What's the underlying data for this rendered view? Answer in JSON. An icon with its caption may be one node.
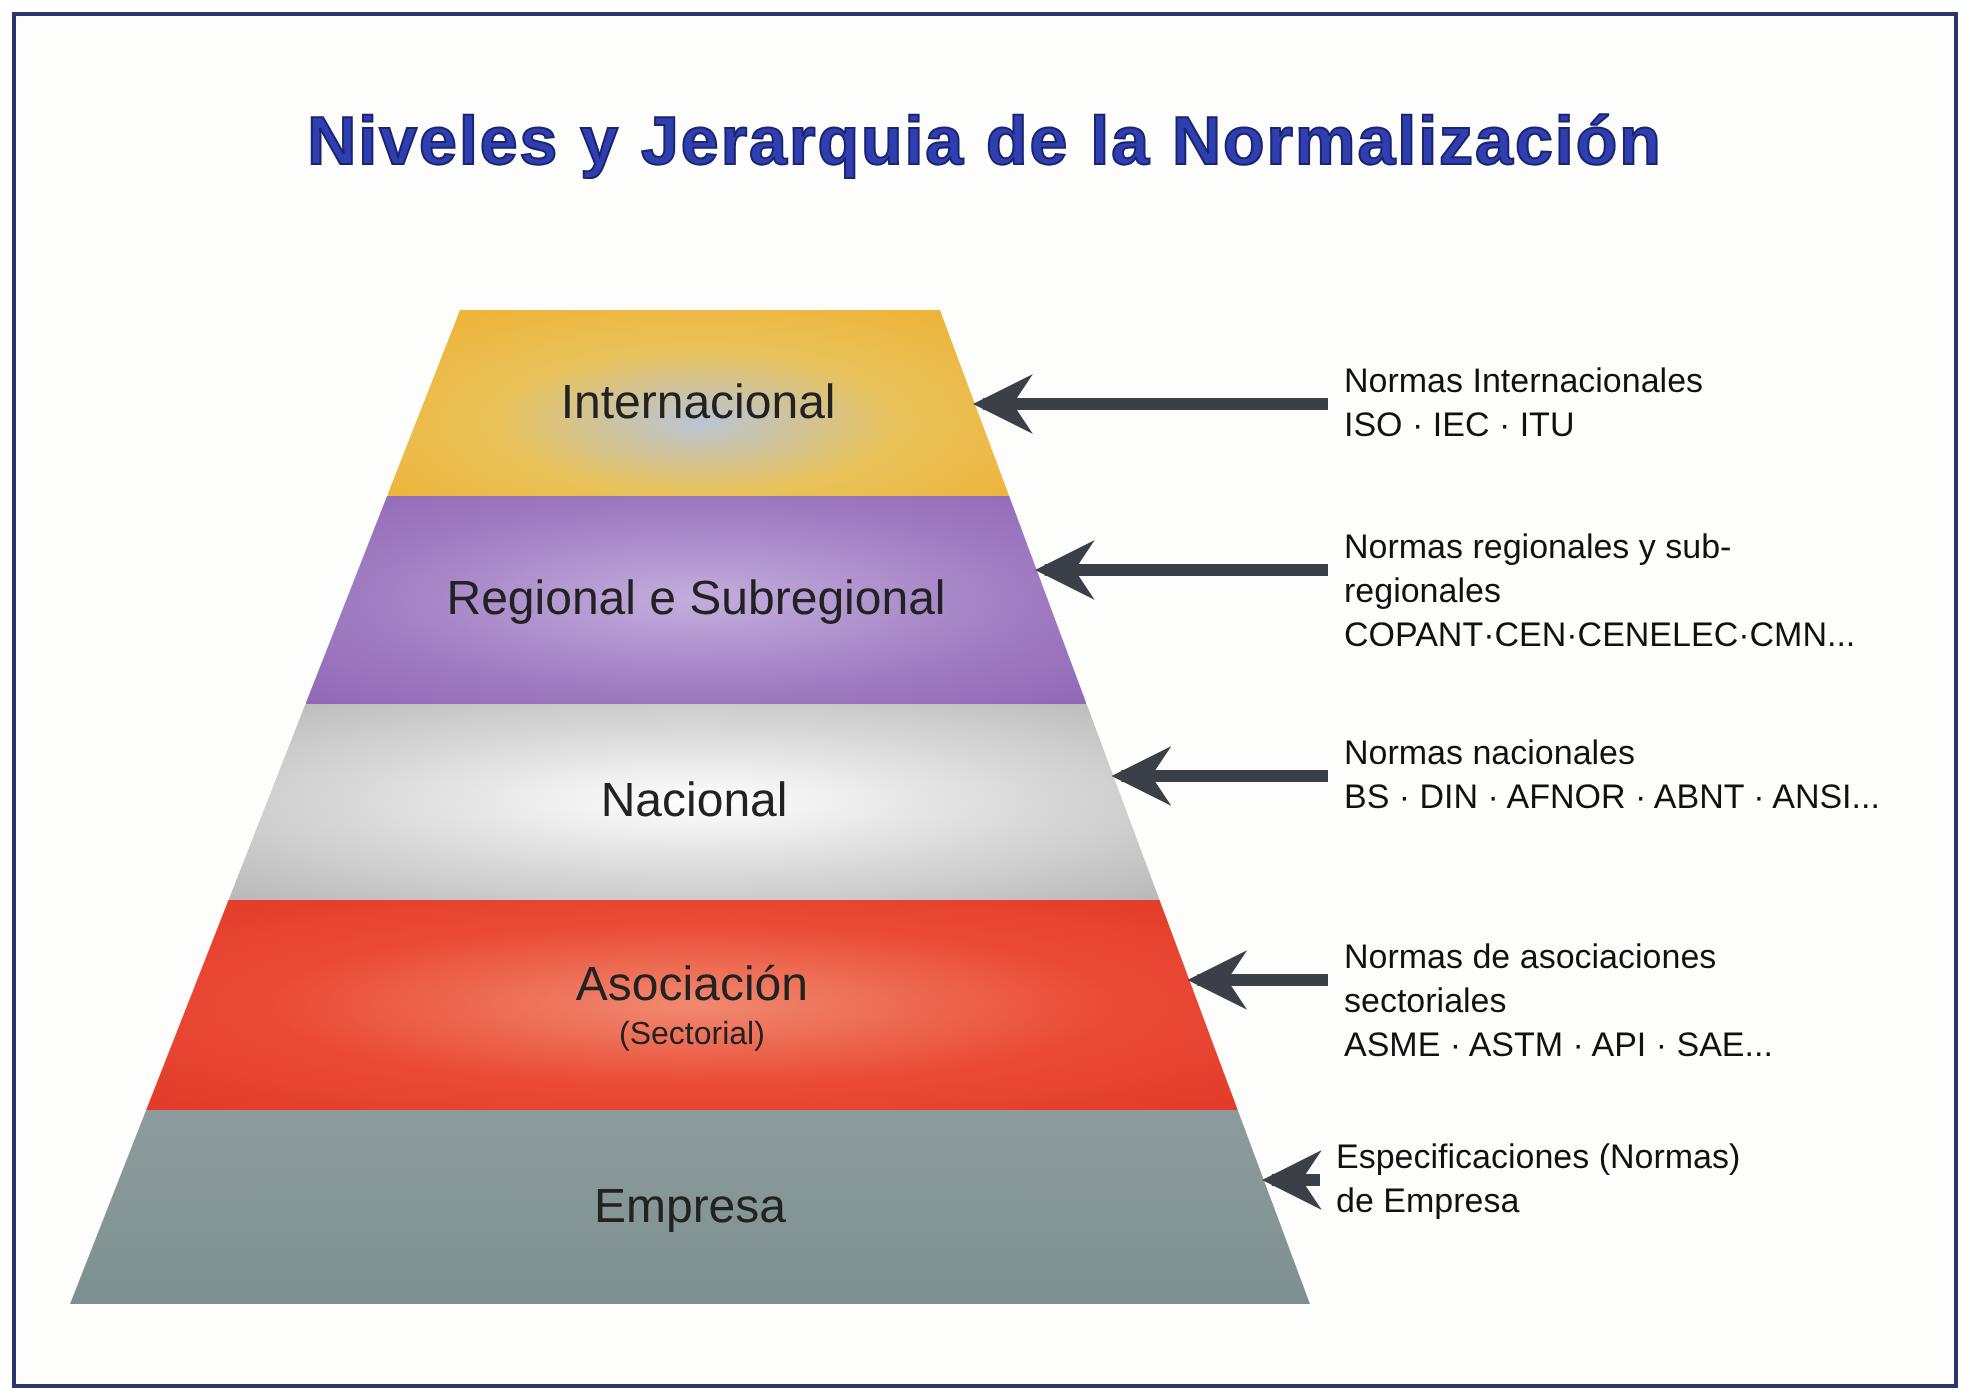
{
  "diagram": {
    "title": "Niveles y Jerarquia de la Normalización",
    "nodes": [
      {
        "text": [
          "Internacional"
        ]
      },
      {
        "text": [
          "Regional e Subregional"
        ]
      },
      {
        "text": [
          "Nacional"
        ]
      },
      {
        "text": [
          "Asociación",
          "(Sectorial)"
        ]
      },
      {
        "text": [
          "Empresa"
        ]
      },
      {
        "text": [
          "Normas Internacionales",
          "ISO · IEC · ITU"
        ]
      },
      {
        "text": [
          "Normas regionales y sub-regionales",
          "COPANT·CEN·CENELEC·CMN..."
        ]
      },
      {
        "text": [
          "Normas nacionales",
          "BS · DIN · AFNOR · ABNT · ANSI..."
        ]
      },
      {
        "text": [
          "Normas de asociaciones sectoriales",
          "ASME · ASTM · API · SAE..."
        ]
      },
      {
        "text": [
          "Especificaciones (Normas) de Empresa"
        ]
      }
    ],
    "edges": [
      {
        "from": 5,
        "to": 0,
        "arrow": "to"
      },
      {
        "from": 6,
        "to": 1,
        "arrow": "to"
      },
      {
        "from": 7,
        "to": 2,
        "arrow": "to"
      },
      {
        "from": 8,
        "to": 3,
        "arrow": "to"
      },
      {
        "from": 9,
        "to": 4,
        "arrow": "to"
      }
    ]
  }
}
